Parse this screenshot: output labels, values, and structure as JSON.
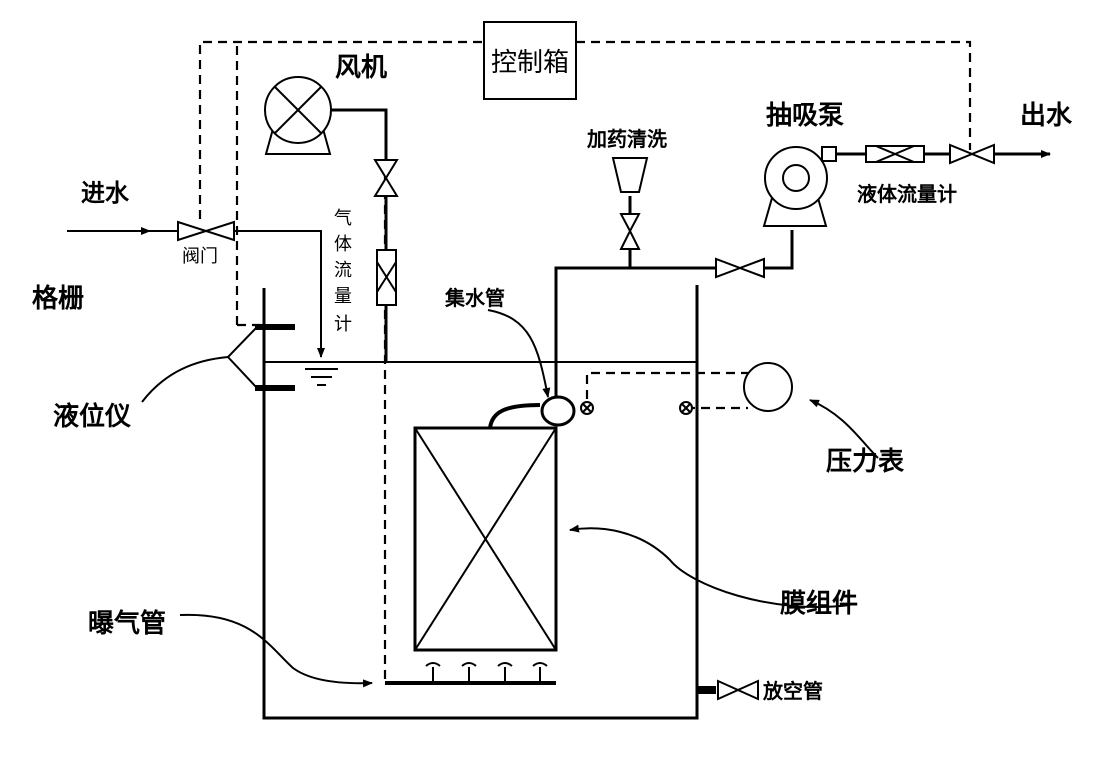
{
  "labels": {
    "control_box": "控制箱",
    "blower": "风机",
    "suction_pump": "抽吸泵",
    "outlet": "出水",
    "chemical_cleaning": "加药清洗",
    "liquid_flowmeter": "液体流量计",
    "inlet": "进水",
    "valve": "阀门",
    "gas_flowmeter_chars": [
      "气",
      "体",
      "流",
      "量",
      "计"
    ],
    "screen": "格栅",
    "collector_pipe": "集水管",
    "level_meter": "液位仪",
    "pressure_gauge": "压力表",
    "membrane_module": "膜组件",
    "aeration_pipe": "曝气管",
    "drain_pipe": "放空管"
  },
  "colors": {
    "line": "#000000",
    "background": "#ffffff"
  },
  "icons": [
    "blower-icon",
    "pump-icon",
    "valve-icon",
    "flowmeter-icon",
    "pressure-gauge-icon",
    "funnel-icon",
    "water-level-icon"
  ]
}
